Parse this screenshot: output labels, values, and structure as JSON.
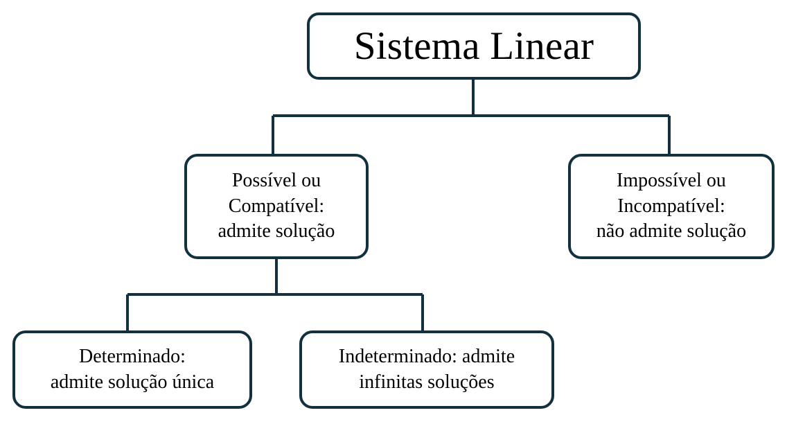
{
  "diagram": {
    "title": "Sistema Linear",
    "type": "tree-diagram",
    "language": "pt-BR",
    "colors": {
      "border": "#12303d",
      "connector": "#12303d",
      "text": "#000000",
      "background": "#ffffff"
    },
    "nodes": {
      "root": {
        "label": "Sistema Linear"
      },
      "possivel": {
        "label": "Possível ou\nCompatível:\nadmite solução"
      },
      "impossivel": {
        "label": "Impossível ou\nIncompatível:\nnão admite solução"
      },
      "determinado": {
        "label": "Determinado:\nadmite solução única"
      },
      "indeterminado": {
        "label": "Indeterminado: admite\ninfinitas soluções"
      }
    },
    "edges": [
      {
        "from": "root",
        "to": "possivel"
      },
      {
        "from": "root",
        "to": "impossivel"
      },
      {
        "from": "possivel",
        "to": "determinado"
      },
      {
        "from": "possivel",
        "to": "indeterminado"
      }
    ]
  }
}
